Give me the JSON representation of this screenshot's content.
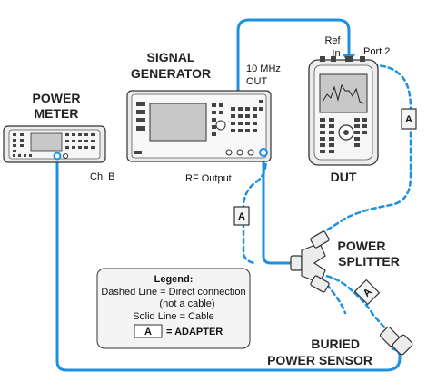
{
  "labels": {
    "signal_generator": [
      "SIGNAL",
      "GENERATOR"
    ],
    "power_meter": [
      "POWER",
      "METER"
    ],
    "dut": "DUT",
    "power_splitter": [
      "POWER",
      "SPLITTER"
    ],
    "buried_power_sensor": [
      "BURIED",
      "POWER SENSOR"
    ],
    "ref_in": [
      "Ref",
      "In"
    ],
    "port2": "Port 2",
    "ten_mhz_out": [
      "10 MHz",
      "OUT"
    ],
    "rf_output": "RF Output",
    "ch_b": "Ch. B"
  },
  "adapter_letter": "A",
  "legend": {
    "title": "Legend:",
    "dashed_line": "Dashed Line = Direct connection",
    "dashed_line_2": "(not a cable)",
    "solid_line": "Solid Line = Cable",
    "adapter_key": "= ADAPTER"
  },
  "colors": {
    "cable": "#1e90e0",
    "instrument_body": "#ececec",
    "instrument_outline": "#333333",
    "screen": "#c8c8c8"
  }
}
